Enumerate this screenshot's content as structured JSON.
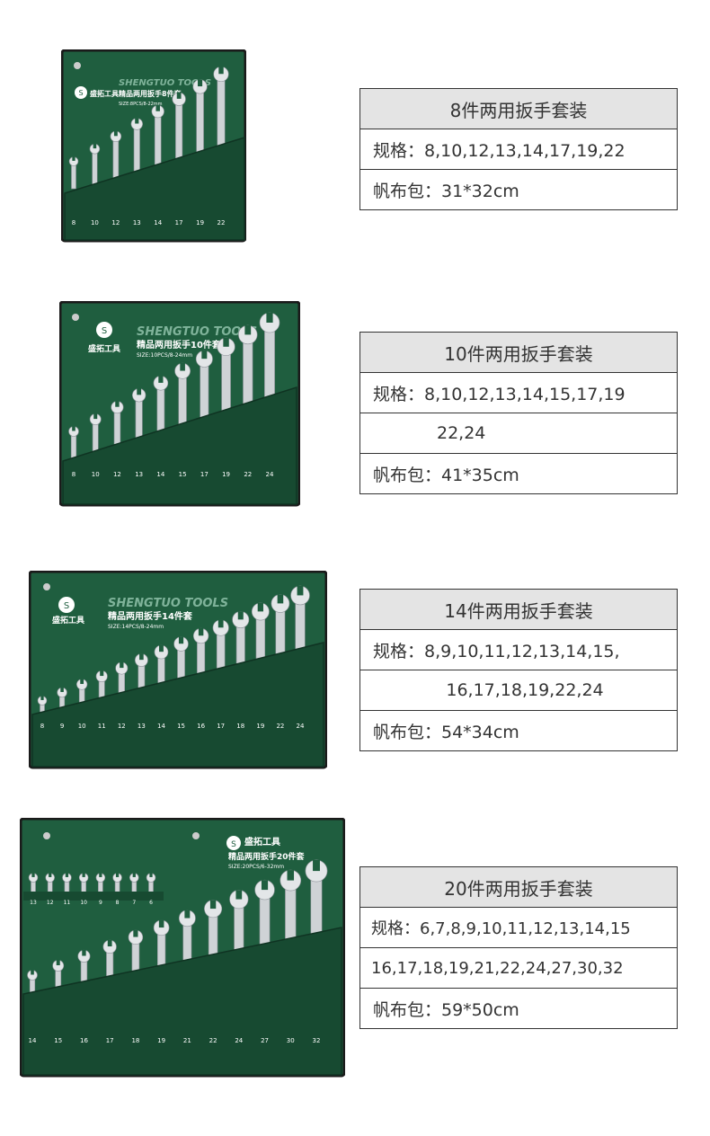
{
  "sets": [
    {
      "title": "8件两用扳手套装",
      "spec_lines": [
        "规格：8,10,12,13,14,17,19,22"
      ],
      "bag": "帆布包：31*32cm",
      "pouch": {
        "brand_en": "SHENGTUO TOOLS",
        "brand_cn": "盛拓工具",
        "name": "精品两用扳手8件套",
        "size": "SIZE:8PCS/8-22mm",
        "sizes": [
          "8",
          "10",
          "12",
          "13",
          "14",
          "17",
          "19",
          "22"
        ]
      }
    },
    {
      "title": "10件两用扳手套装",
      "spec_lines": [
        "规格：8,10,12,13,14,15,17,19",
        "22,24"
      ],
      "bag": "帆布包：41*35cm",
      "pouch": {
        "brand_en": "SHENGTUO TOOLS",
        "brand_cn": "盛拓工具",
        "name": "精品两用扳手10件套",
        "size": "SIZE:10PCS/8-24mm",
        "sizes": [
          "8",
          "10",
          "12",
          "13",
          "14",
          "15",
          "17",
          "19",
          "22",
          "24"
        ]
      }
    },
    {
      "title": "14件两用扳手套装",
      "spec_lines": [
        "规格：8,9,10,11,12,13,14,15,",
        "16,17,18,19,22,24"
      ],
      "bag": "帆布包：54*34cm",
      "pouch": {
        "brand_en": "SHENGTUO TOOLS",
        "brand_cn": "盛拓工具",
        "name": "精品两用扳手14件套",
        "size": "SIZE:14PCS/8-24mm",
        "sizes": [
          "8",
          "9",
          "10",
          "11",
          "12",
          "13",
          "14",
          "15",
          "16",
          "17",
          "18",
          "19",
          "22",
          "24"
        ]
      }
    },
    {
      "title": "20件两用扳手套装",
      "spec_lines": [
        "规格：6,7,8,9,10,11,12,13,14,15",
        "16,17,18,19,21,22,24,27,30,32"
      ],
      "bag": "帆布包：59*50cm",
      "pouch": {
        "brand_en": "",
        "brand_cn": "盛拓工具",
        "name": "精品两用扳手20件套",
        "size": "SIZE:20PCS/6-32mm",
        "sizes_top": [
          "13",
          "12",
          "11",
          "10",
          "9",
          "8",
          "7",
          "6"
        ],
        "sizes": [
          "14",
          "15",
          "16",
          "17",
          "18",
          "19",
          "21",
          "22",
          "24",
          "27",
          "30",
          "32"
        ]
      }
    }
  ],
  "colors": {
    "canvas": "#1f5e3f",
    "canvas_dark": "#174a31",
    "border": "#1a1a1a",
    "steel": "#d9dcdf",
    "header_bg": "#e4e4e4"
  }
}
